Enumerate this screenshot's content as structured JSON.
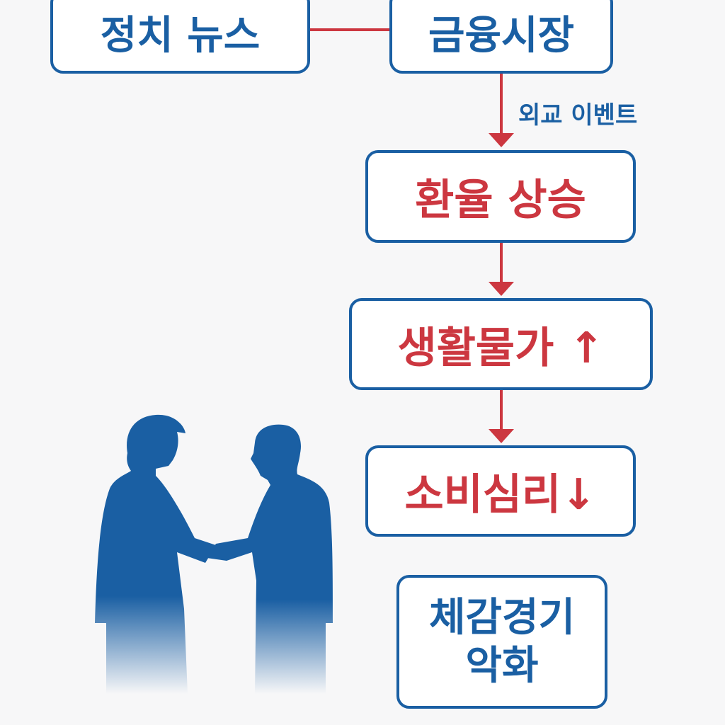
{
  "nodes": {
    "political_news": "정치 뉴스",
    "financial_market": "금융시장",
    "exchange_rate_rise": "환율 상승",
    "living_costs": "생활물가 ↑",
    "consumer_sentiment": "소비심리↓",
    "perceived_economy_line1": "체감경기",
    "perceived_economy_line2": "악화"
  },
  "edge_labels": {
    "diplomatic_event": "외교 이벤트"
  },
  "colors": {
    "blue": "#1a5fa3",
    "red": "#cc3740"
  }
}
